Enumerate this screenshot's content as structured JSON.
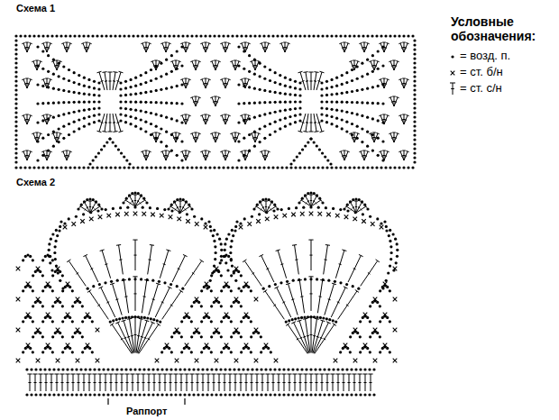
{
  "diagram": {
    "labels": [
      "Схема 1",
      "Условные обозначения:",
      "Схема 2",
      "Раппорт"
    ],
    "legend": [
      {
        "text": "= возд. п."
      },
      {
        "text": "= ст. б/н"
      },
      {
        "text": "= ст. с/н"
      }
    ]
  }
}
